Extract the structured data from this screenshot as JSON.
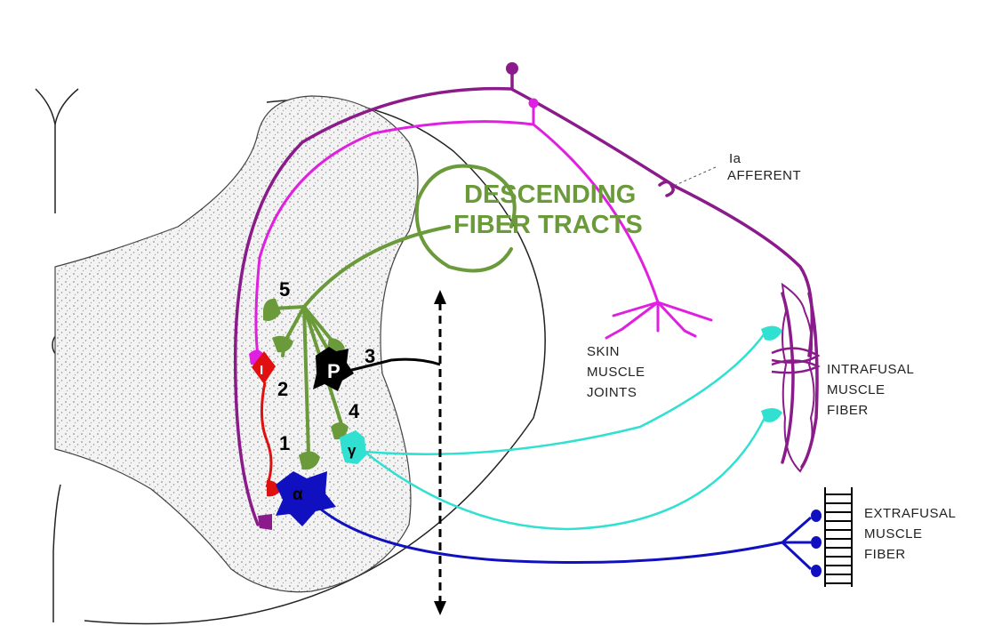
{
  "labels": {
    "descending_line1": "DESCENDING",
    "descending_line2": "FIBER TRACTS",
    "ia_line1": "Ia",
    "ia_line2": "AFFERENT",
    "skin_line1": "SKIN",
    "skin_line2": "MUSCLE",
    "skin_line3": "JOINTS",
    "intrafusal_line1": "INTRAFUSAL",
    "intrafusal_line2": "MUSCLE",
    "intrafusal_line3": "FIBER",
    "extrafusal_line1": "EXTRAFUSAL",
    "extrafusal_line2": "MUSCLE",
    "extrafusal_line3": "FIBER"
  },
  "numbers": {
    "n1": "1",
    "n2": "2",
    "n3": "3",
    "n4": "4",
    "n5": "5"
  },
  "cells": {
    "ia_interneuron": "I",
    "propriospinal": "P",
    "gamma": "γ",
    "alpha": "α"
  },
  "colors": {
    "ia_afferent": "#8b1a8b",
    "skin_afferent": "#e020e0",
    "descending": "#6b9a3a",
    "propriospinal": "#000000",
    "gamma": "#30e0d0",
    "alpha": "#1010c0",
    "inhibitory": "#e01010"
  }
}
